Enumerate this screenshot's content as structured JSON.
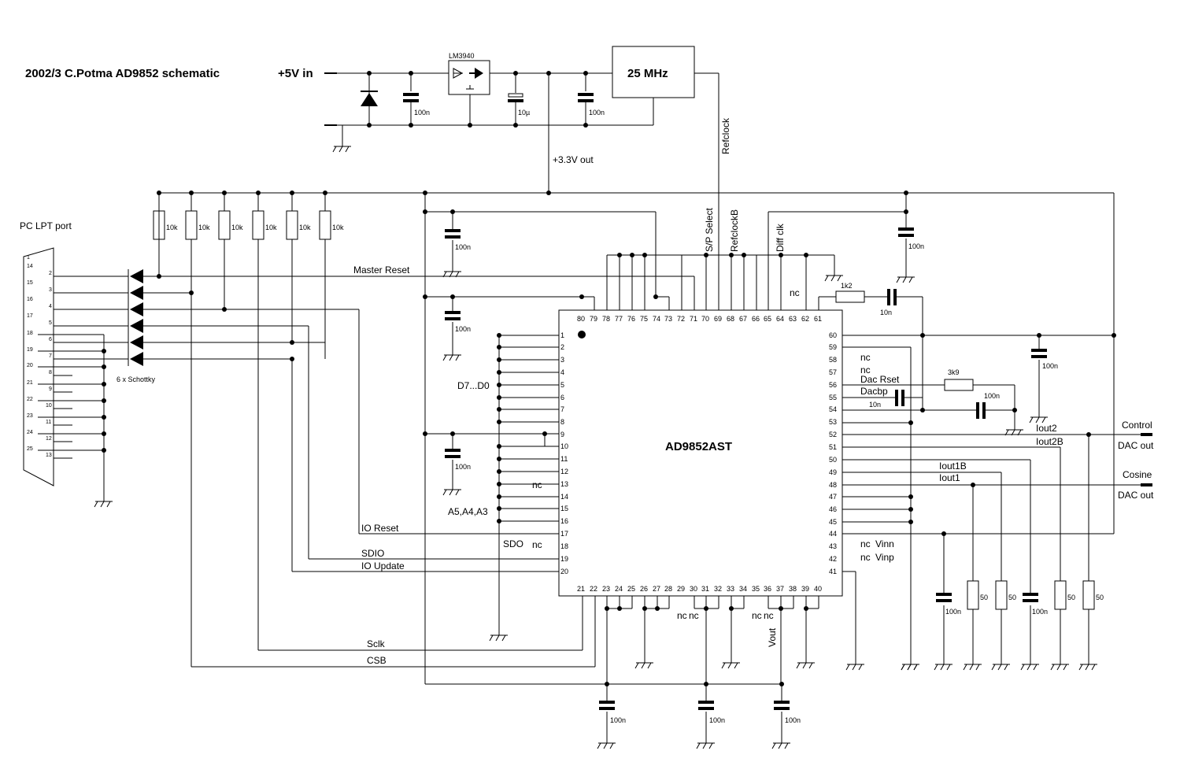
{
  "title": "2002/3 C.Potma AD9852 schematic",
  "power": {
    "input_label": "+5V in",
    "regulator": "LM3940",
    "output_label": "+3.3V out",
    "cap_100n": "100n",
    "cap_10u": "10µ"
  },
  "oscillator": {
    "label": "25 MHz",
    "out_label": "Refclock"
  },
  "lpt": {
    "title": "PC LPT port",
    "pins_left": [
      "1",
      "14",
      "15",
      "16",
      "17",
      "18",
      "19",
      "20",
      "21",
      "22",
      "23",
      "24",
      "25"
    ],
    "pins_right": [
      "2",
      "3",
      "4",
      "5",
      "6",
      "7",
      "8",
      "9",
      "10",
      "11",
      "12",
      "13"
    ],
    "resistor": "10k",
    "diodes_label": "6 x Schottky"
  },
  "chip": {
    "name": "AD9852AST",
    "left_pins": [
      "1",
      "2",
      "3",
      "4",
      "5",
      "6",
      "7",
      "8",
      "9",
      "10",
      "11",
      "12",
      "13",
      "14",
      "15",
      "16",
      "17",
      "18",
      "19",
      "20"
    ],
    "bottom_pins": [
      "21",
      "22",
      "23",
      "24",
      "25",
      "26",
      "27",
      "28",
      "29",
      "30",
      "31",
      "32",
      "33",
      "34",
      "35",
      "36",
      "37",
      "38",
      "39",
      "40"
    ],
    "right_pins": [
      "60",
      "59",
      "58",
      "57",
      "56",
      "55",
      "54",
      "53",
      "52",
      "51",
      "50",
      "49",
      "48",
      "47",
      "46",
      "45",
      "44",
      "43",
      "42",
      "41"
    ],
    "top_pins": [
      "80",
      "79",
      "78",
      "77",
      "76",
      "75",
      "74",
      "73",
      "72",
      "71",
      "70",
      "69",
      "68",
      "67",
      "66",
      "65",
      "64",
      "63",
      "62",
      "61"
    ]
  },
  "signals": {
    "master_reset": "Master Reset",
    "io_reset": "IO Reset",
    "sdio": "SDIO",
    "io_update": "IO Update",
    "sclk": "Sclk",
    "csb": "CSB",
    "data_bus": "D7...D0",
    "addr_bus": "A5,A4,A3",
    "sdo": "SDO",
    "nc": "nc",
    "sp_select": "S/P Select",
    "refclockb": "RefclockB",
    "diff_clk": "Diff clk",
    "vout": "Vout",
    "vinn": "Vinn",
    "vinp": "Vinp",
    "dac_rset": "Dac Rset",
    "dacbp": "Dacbp",
    "iout2": "Iout2",
    "iout2b": "Iout2B",
    "iout1b": "Iout1B",
    "iout1": "Iout1"
  },
  "components": {
    "r_1k2": "1k2",
    "c_10n": "10n",
    "r_3k9": "3k9",
    "r_50": "50"
  },
  "outputs": {
    "control_label": "Control",
    "control_sub": "DAC out",
    "cosine_label": "Cosine",
    "cosine_sub": "DAC out"
  }
}
